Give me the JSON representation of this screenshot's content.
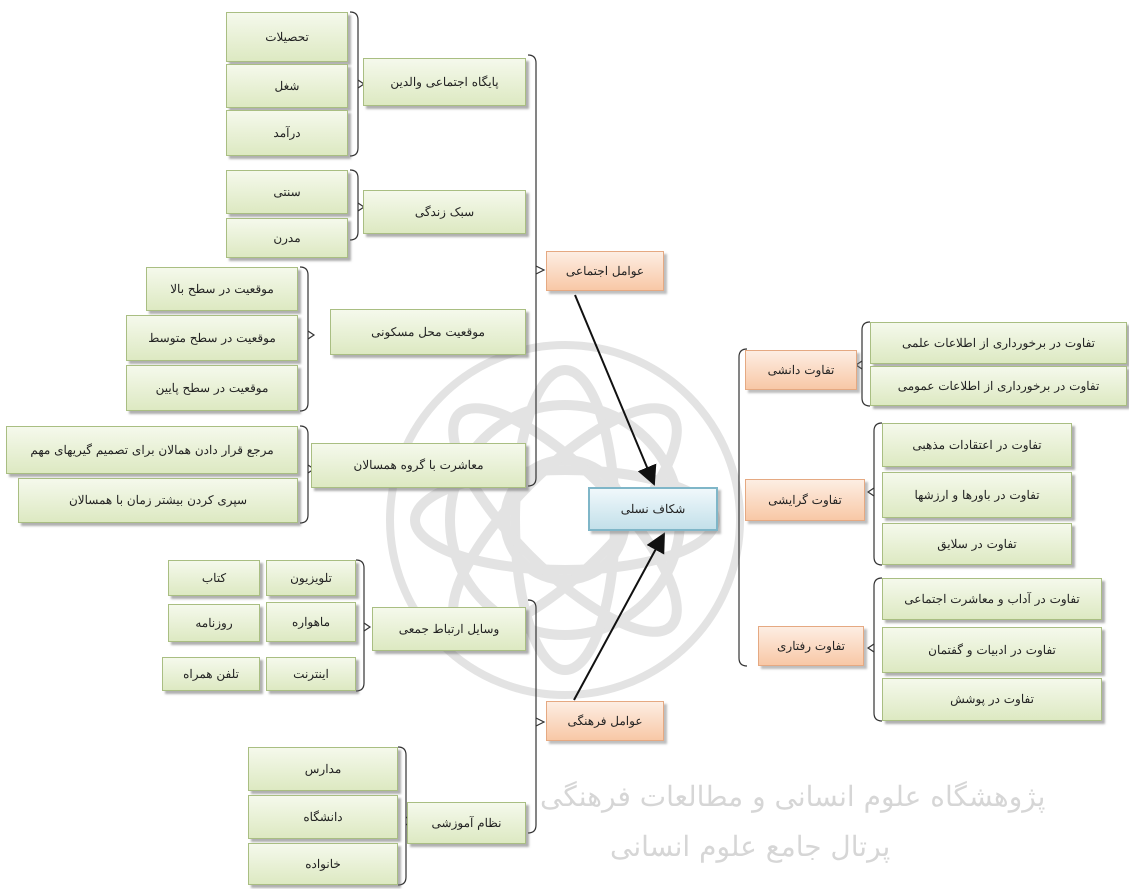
{
  "center": "شکاف نسلی",
  "categories": {
    "social": "عوامل اجتماعی",
    "cultural": "عوامل فرهنگی",
    "knowledge": "تفاوت دانشی",
    "attitude": "تفاوت گرایشی",
    "behavior": "تفاوت رفتاری"
  },
  "social_factors": {
    "parents_status": {
      "label": "پایگاه اجتماعی والدین",
      "items": [
        "تحصیلات",
        "شغل",
        "درآمد"
      ]
    },
    "lifestyle": {
      "label": "سبک زندگی",
      "items": [
        "سنتی",
        "مدرن"
      ]
    },
    "residence": {
      "label": "موقعیت محل مسکونی",
      "items": [
        "موقعیت در سطح بالا",
        "موقعیت در سطح متوسط",
        "موقعیت در سطح پایین"
      ]
    },
    "peers": {
      "label": "معاشرت با گروه همسالان",
      "items": [
        "مرجع قرار دادن همالان برای تصمیم گیریهای مهم",
        "سپری کردن بیشتر زمان با همسالان"
      ]
    }
  },
  "cultural_factors": {
    "media": {
      "label": "وسایل ارتباط جمعی",
      "items": [
        "تلویزیون",
        "کتاب",
        "ماهواره",
        "روزنامه",
        "اینترنت",
        "تلفن همراه"
      ]
    },
    "education": {
      "label": "نظام آموزشی",
      "items": [
        "مدارس",
        "دانشگاه",
        "خانواده"
      ]
    }
  },
  "knowledge_items": [
    "تفاوت در برخورداری از اطلاعات علمی",
    "تفاوت در برخورداری از اطلاعات عمومی"
  ],
  "attitude_items": [
    "تفاوت در اعتقادات مذهبی",
    "تفاوت در باورها و ارزشها",
    "تفاوت در سلایق"
  ],
  "behavior_items": [
    "تفاوت در آداب و معاشرت اجتماعی",
    "تفاوت در ادبیات و گفتمان",
    "تفاوت در پوشش"
  ],
  "watermark": [
    "پژوهشگاه علوم انسانی و مطالعات فرهنگی",
    "پرتال جامع علوم انسانی"
  ],
  "colors": {
    "green_box": "#dde9c2",
    "orange_box": "#f8c8a6",
    "center_box": "#c3e0ea",
    "line": "#333333"
  }
}
